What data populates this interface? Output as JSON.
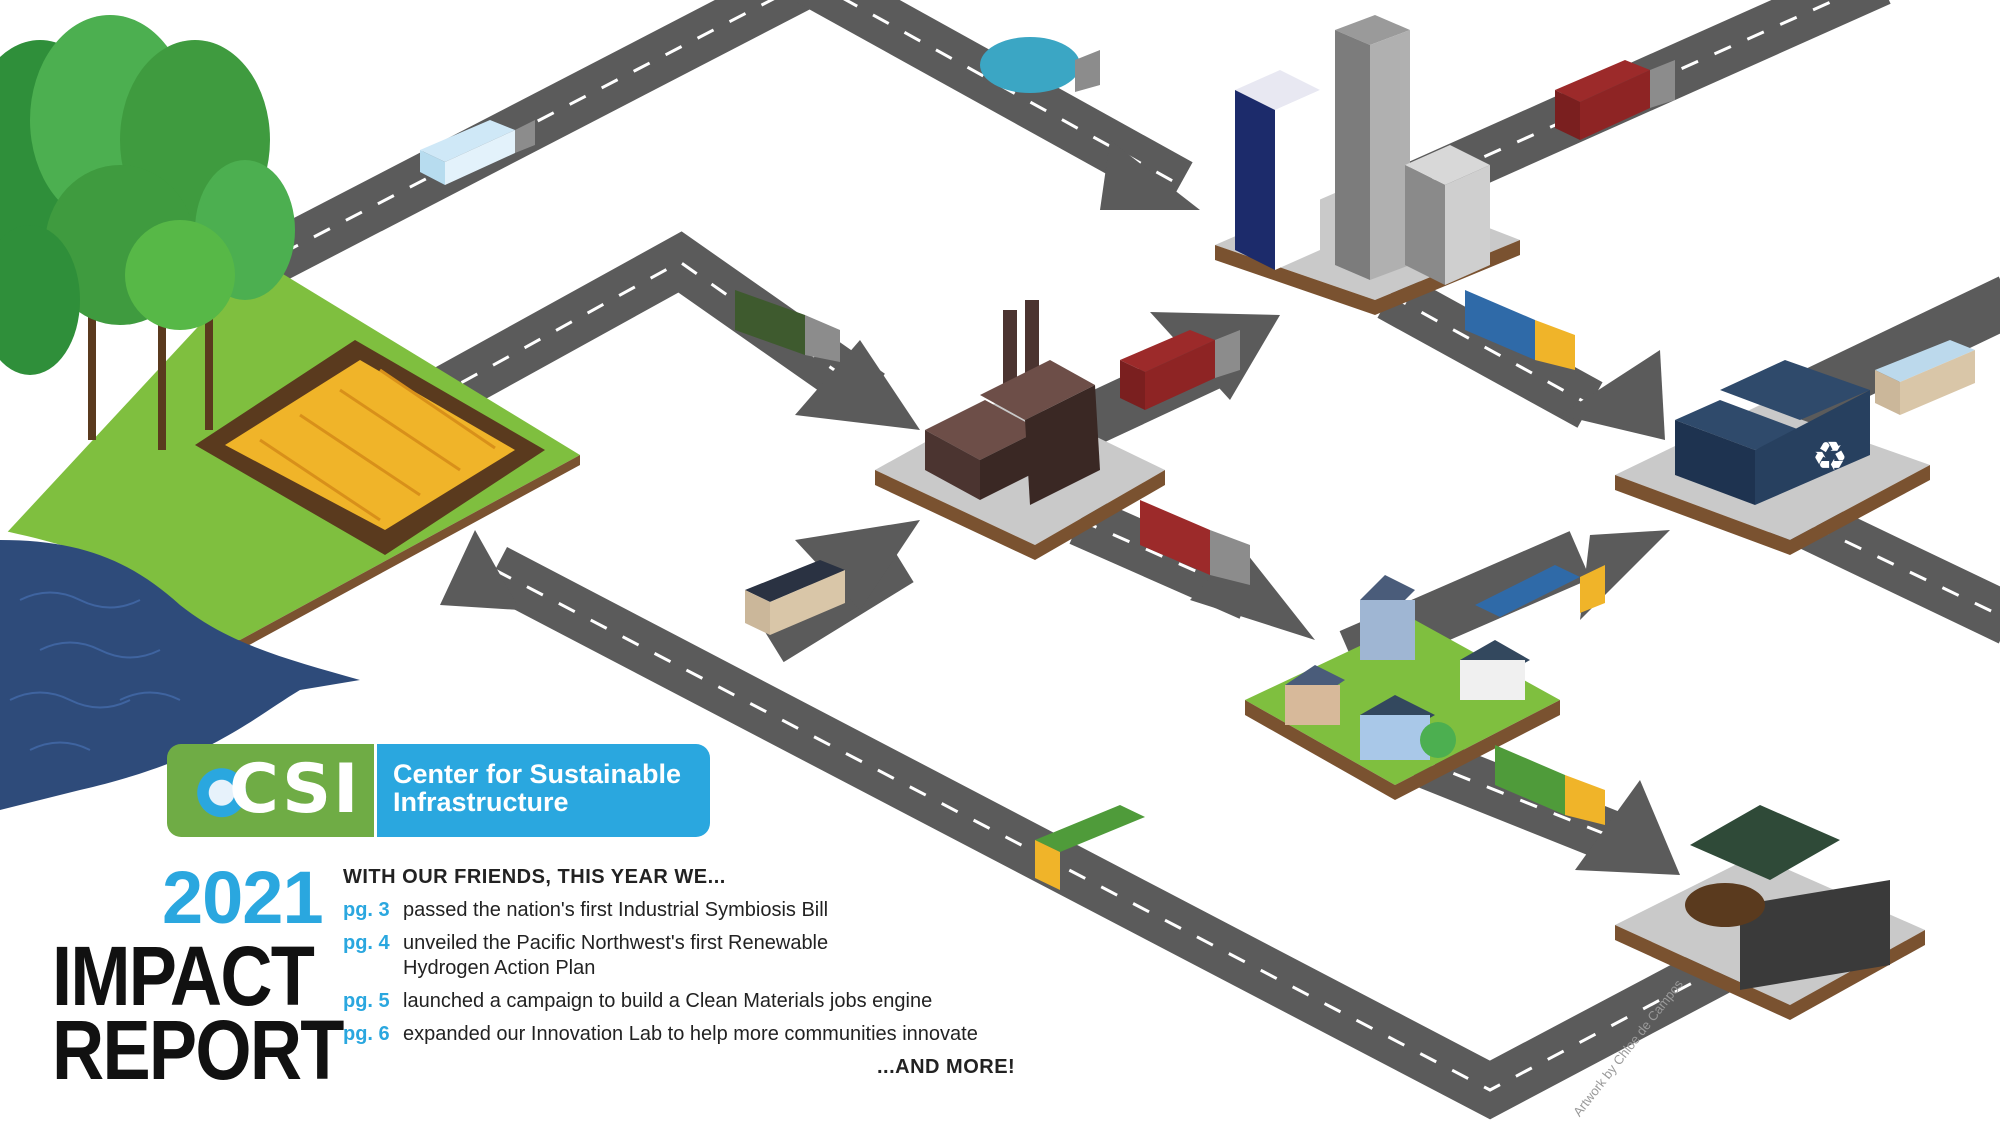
{
  "logo": {
    "letters": "CSI",
    "name": "Center for Sustainable Infrastructure"
  },
  "title": {
    "year": "2021",
    "line1": "IMPACT",
    "line2": "REPORT"
  },
  "intro": "WITH OUR FRIENDS, THIS YEAR WE...",
  "items": [
    {
      "page": "pg. 3",
      "text": "passed the nation's first Industrial Symbiosis Bill"
    },
    {
      "page": "pg. 4",
      "text": "unveiled the Pacific Northwest's first Renewable Hydrogen Action Plan"
    },
    {
      "page": "pg. 5",
      "text": "launched a campaign to build a Clean Materials jobs engine"
    },
    {
      "page": "pg. 6",
      "text": "expanded our Innovation Lab to help more communities innovate"
    }
  ],
  "more": "...AND MORE!",
  "credit": "Artwork by Chloe de Campos",
  "colors": {
    "road": "#5b5b5b",
    "dirt": "#7a5230",
    "grass": "#7fbf3f",
    "water": "#2e4b7a",
    "brand_blue": "#2aa7df",
    "brand_green": "#6fac45"
  }
}
